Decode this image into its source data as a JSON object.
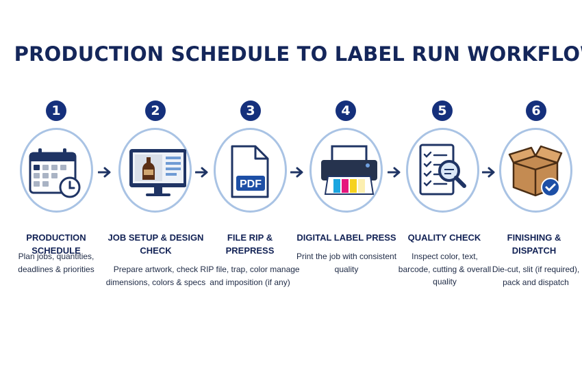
{
  "title": "PRODUCTION SCHEDULE TO LABEL RUN WORKFLOW",
  "colors": {
    "navy": "#14265a",
    "badge": "#15307c",
    "ring": "#a9c3e4",
    "accent_green": "#3f9e3f"
  },
  "steps": [
    {
      "number": "1",
      "heading": "PRODUCTION SCHEDULE",
      "description": "Plan jobs, quantities, deadlines & priorities",
      "icon": "calendar-clock-icon"
    },
    {
      "number": "2",
      "heading": "JOB SETUP & DESIGN CHECK",
      "description": "Prepare artwork, check dimensions, colors & specs",
      "icon": "monitor-bottle-icon"
    },
    {
      "number": "3",
      "heading": "FILE RIP & PREPRESS",
      "description": "RIP file, trap, color manage and imposition (if any)",
      "icon": "pdf-file-icon",
      "icon_text": "PDF"
    },
    {
      "number": "4",
      "heading": "DIGITAL LABEL PRESS",
      "description": "Print the job with consistent quality",
      "icon": "printer-icon"
    },
    {
      "number": "5",
      "heading": "QUALITY CHECK",
      "description": "Inspect color, text, barcode, cutting & overall quality",
      "icon": "checklist-magnifier-icon"
    },
    {
      "number": "6",
      "heading": "FINISHING & DISPATCH",
      "description": "Die-cut, slit (if required), pack and dispatch",
      "icon": "box-check-icon"
    }
  ]
}
